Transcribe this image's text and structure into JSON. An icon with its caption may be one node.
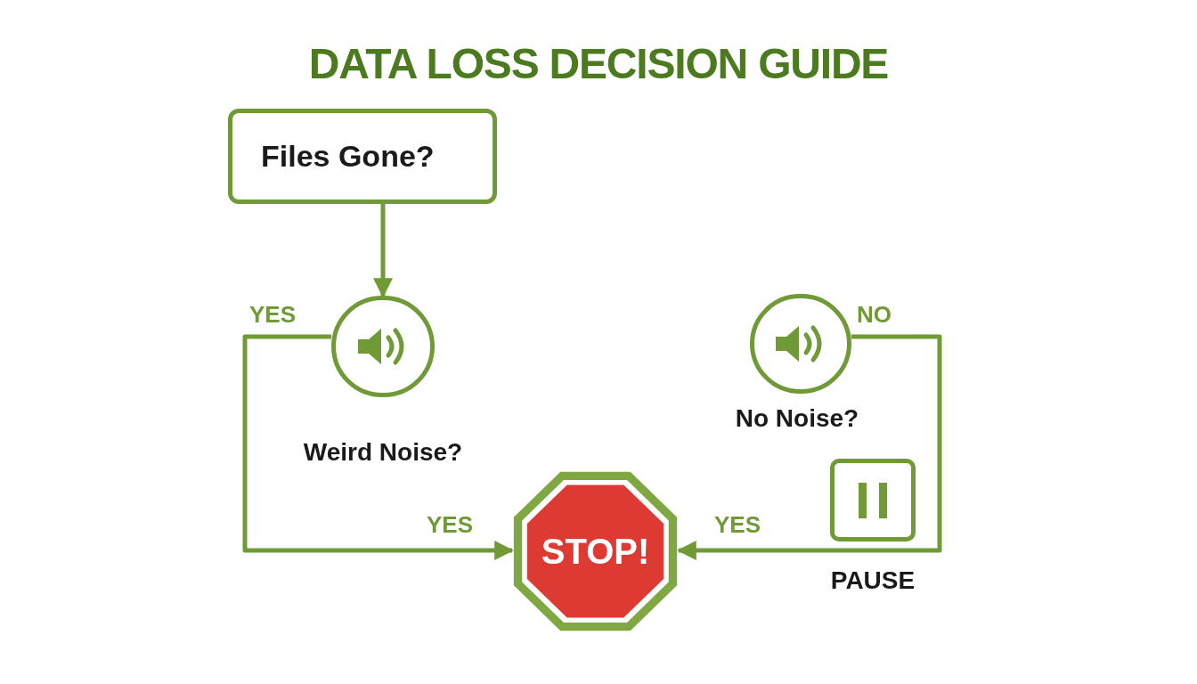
{
  "diagram": {
    "title": "DATA LOSS DECISION GUIDE",
    "nodes": [
      {
        "text": [
          "Files Gone?"
        ]
      },
      {
        "text": [],
        "shape": "circle",
        "beside": [
          "Weird Noise?"
        ]
      },
      {
        "text": [],
        "shape": "circle",
        "beside": [
          "No Noise?"
        ]
      },
      {
        "text": [
          "STOP!"
        ]
      },
      {
        "text": [],
        "shape": "box",
        "beside": [
          "PAUSE"
        ]
      }
    ],
    "edges": [
      {
        "from": 0,
        "to": 1,
        "arrow": "to"
      },
      {
        "from": 1,
        "to": 3,
        "arrow": "to",
        "label": "YES"
      },
      {
        "from": 2,
        "to": 3,
        "arrow": "to",
        "label": "YES"
      }
    ],
    "labels": [
      "YES",
      "NO"
    ]
  }
}
